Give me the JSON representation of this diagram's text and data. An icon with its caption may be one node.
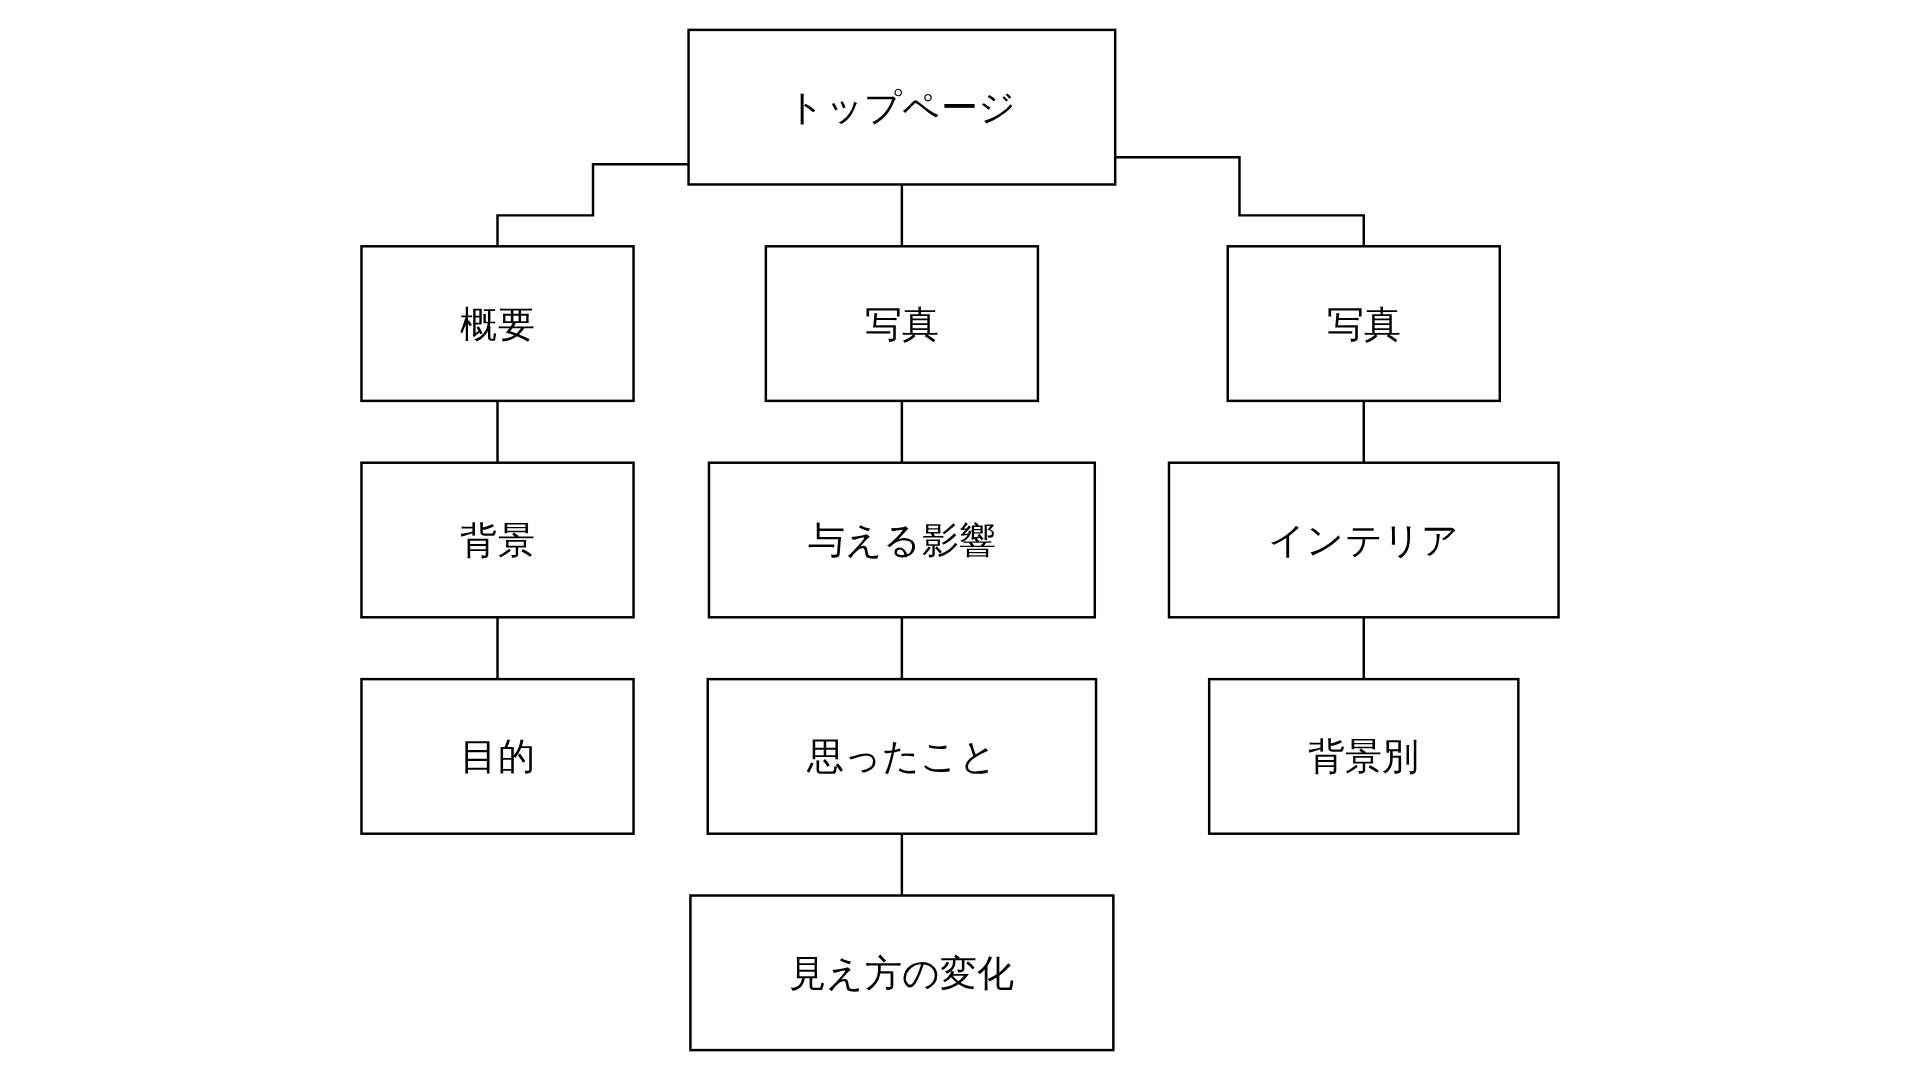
{
  "diagram": {
    "nodes": [
      {
        "text": [
          "トップページ"
        ]
      },
      {
        "text": [
          "概要"
        ]
      },
      {
        "text": [
          "背景"
        ]
      },
      {
        "text": [
          "目的"
        ]
      },
      {
        "text": [
          "写真"
        ]
      },
      {
        "text": [
          "与える影響"
        ]
      },
      {
        "text": [
          "思ったこと"
        ]
      },
      {
        "text": [
          "見え方の変化"
        ]
      },
      {
        "text": [
          "写真"
        ]
      },
      {
        "text": [
          "インテリア"
        ]
      },
      {
        "text": [
          "背景別"
        ]
      }
    ],
    "edges": [
      {
        "from": 0,
        "to": 1,
        "arrow": "none"
      },
      {
        "from": 0,
        "to": 4,
        "arrow": "none"
      },
      {
        "from": 0,
        "to": 8,
        "arrow": "none"
      },
      {
        "from": 1,
        "to": 2,
        "arrow": "none"
      },
      {
        "from": 2,
        "to": 3,
        "arrow": "none"
      },
      {
        "from": 4,
        "to": 5,
        "arrow": "none"
      },
      {
        "from": 5,
        "to": 6,
        "arrow": "none"
      },
      {
        "from": 6,
        "to": 7,
        "arrow": "none"
      },
      {
        "from": 8,
        "to": 9,
        "arrow": "none"
      },
      {
        "from": 9,
        "to": 10,
        "arrow": "none"
      }
    ]
  }
}
